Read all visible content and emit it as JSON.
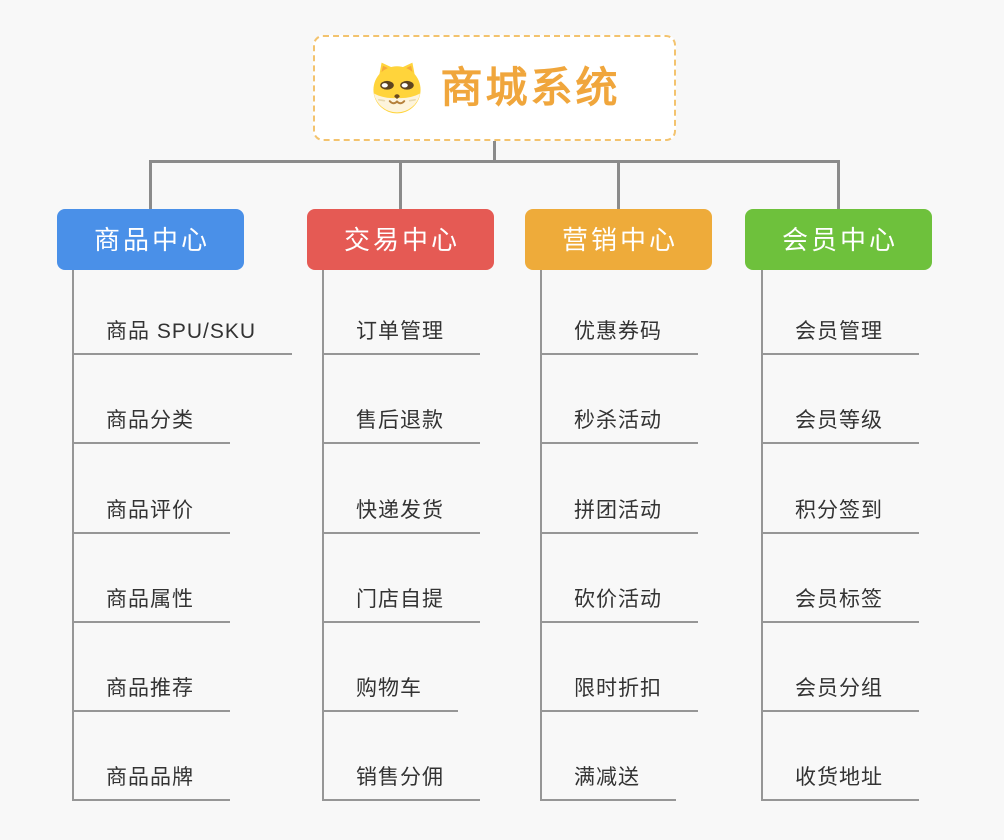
{
  "diagram": {
    "type": "mindmap-org-chart",
    "background_color": "#f8f8f8",
    "connector_color": "#8b8b8b",
    "underline_color": "#969696"
  },
  "root": {
    "title": "商城系统",
    "title_color": "#f0a63c",
    "border_color": "#f3c36e",
    "icon": "shiba-dog-icon"
  },
  "branches": [
    {
      "label": "商品中心",
      "color": "#4a90e8",
      "children": [
        "商品 SPU/SKU",
        "商品分类",
        "商品评价",
        "商品属性",
        "商品推荐",
        "商品品牌"
      ]
    },
    {
      "label": "交易中心",
      "color": "#e55a54",
      "children": [
        "订单管理",
        "售后退款",
        "快递发货",
        "门店自提",
        "购物车",
        "销售分佣"
      ]
    },
    {
      "label": "营销中心",
      "color": "#eeab3a",
      "children": [
        "优惠券码",
        "秒杀活动",
        "拼团活动",
        "砍价活动",
        "限时折扣",
        "满减送"
      ]
    },
    {
      "label": "会员中心",
      "color": "#6ec13c",
      "children": [
        "会员管理",
        "会员等级",
        "积分签到",
        "会员标签",
        "会员分组",
        "收货地址"
      ]
    }
  ]
}
